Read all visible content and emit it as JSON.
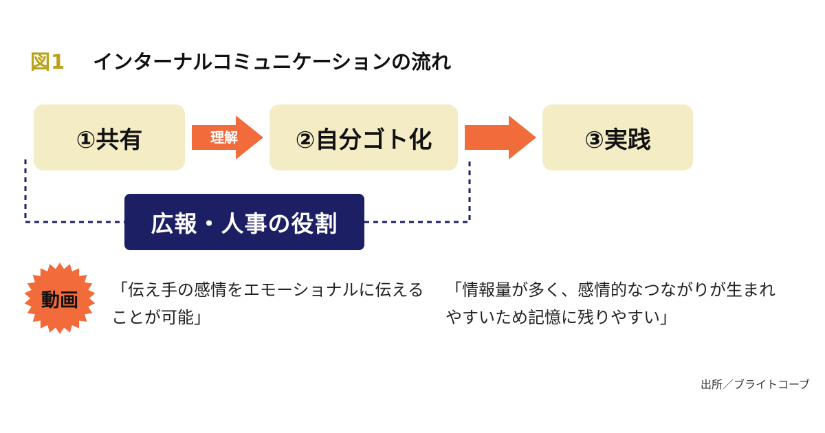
{
  "header": {
    "figure_label": "図1",
    "title": "インターナルコミュニケーションの流れ"
  },
  "flow": {
    "step1": "①共有",
    "step2": "②自分ゴト化",
    "step3": "③実践",
    "arrow1_label": "理解"
  },
  "role": {
    "label": "広報・人事の役割"
  },
  "video": {
    "badge": "動画",
    "quote1": "「伝え手の感情をエモーショナルに伝えることが可能」",
    "quote2": "「情報量が多く、感情的なつながりが生まれやすいため記憶に残りやすい」"
  },
  "source": "出所／ブライトコーブ",
  "colors": {
    "figure_label": "#b9a21b",
    "box_fill": "#f4ecc4",
    "arrow": "#f26b3a",
    "role_box": "#1c1f63",
    "dash": "#1c1f63"
  }
}
